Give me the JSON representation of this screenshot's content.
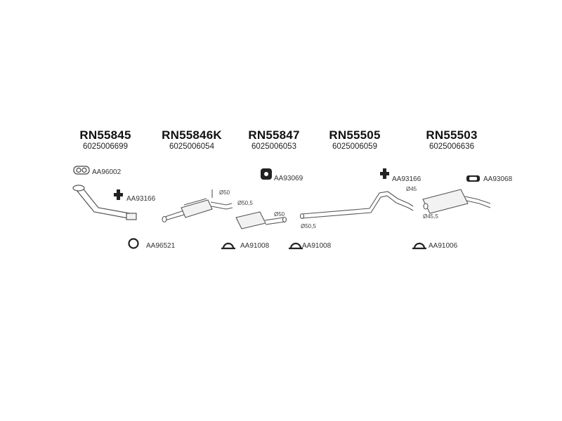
{
  "headers": [
    {
      "code": "RN55845",
      "number": "6025006699"
    },
    {
      "code": "RN55846K",
      "number": "6025006054"
    },
    {
      "code": "RN55847",
      "number": "6025006053"
    },
    {
      "code": "RN55505",
      "number": "6025006059"
    },
    {
      "code": "RN55503",
      "number": "6025006636"
    }
  ],
  "parts": {
    "gasket_1": "AA96002",
    "hanger_1": "AA93166",
    "ring_1": "AA96521",
    "clamp_1": "AA91008",
    "clamp_2": "AA91008",
    "mount_1": "AA93069",
    "hanger_2": "AA93166",
    "mount_2": "AA93068",
    "clamp_3": "AA91006"
  },
  "dimensions": {
    "cat_inlet": "Ø50",
    "cat_outlet": "Ø50,5",
    "silencer_outlet": "Ø50",
    "mid_pipe_inlet": "Ø50,5",
    "mid_pipe_outlet": "Ø45",
    "rear_inlet": "Ø45,5"
  },
  "colors": {
    "line": "#555555",
    "fill": "#f2f2f2",
    "dark": "#222222"
  }
}
